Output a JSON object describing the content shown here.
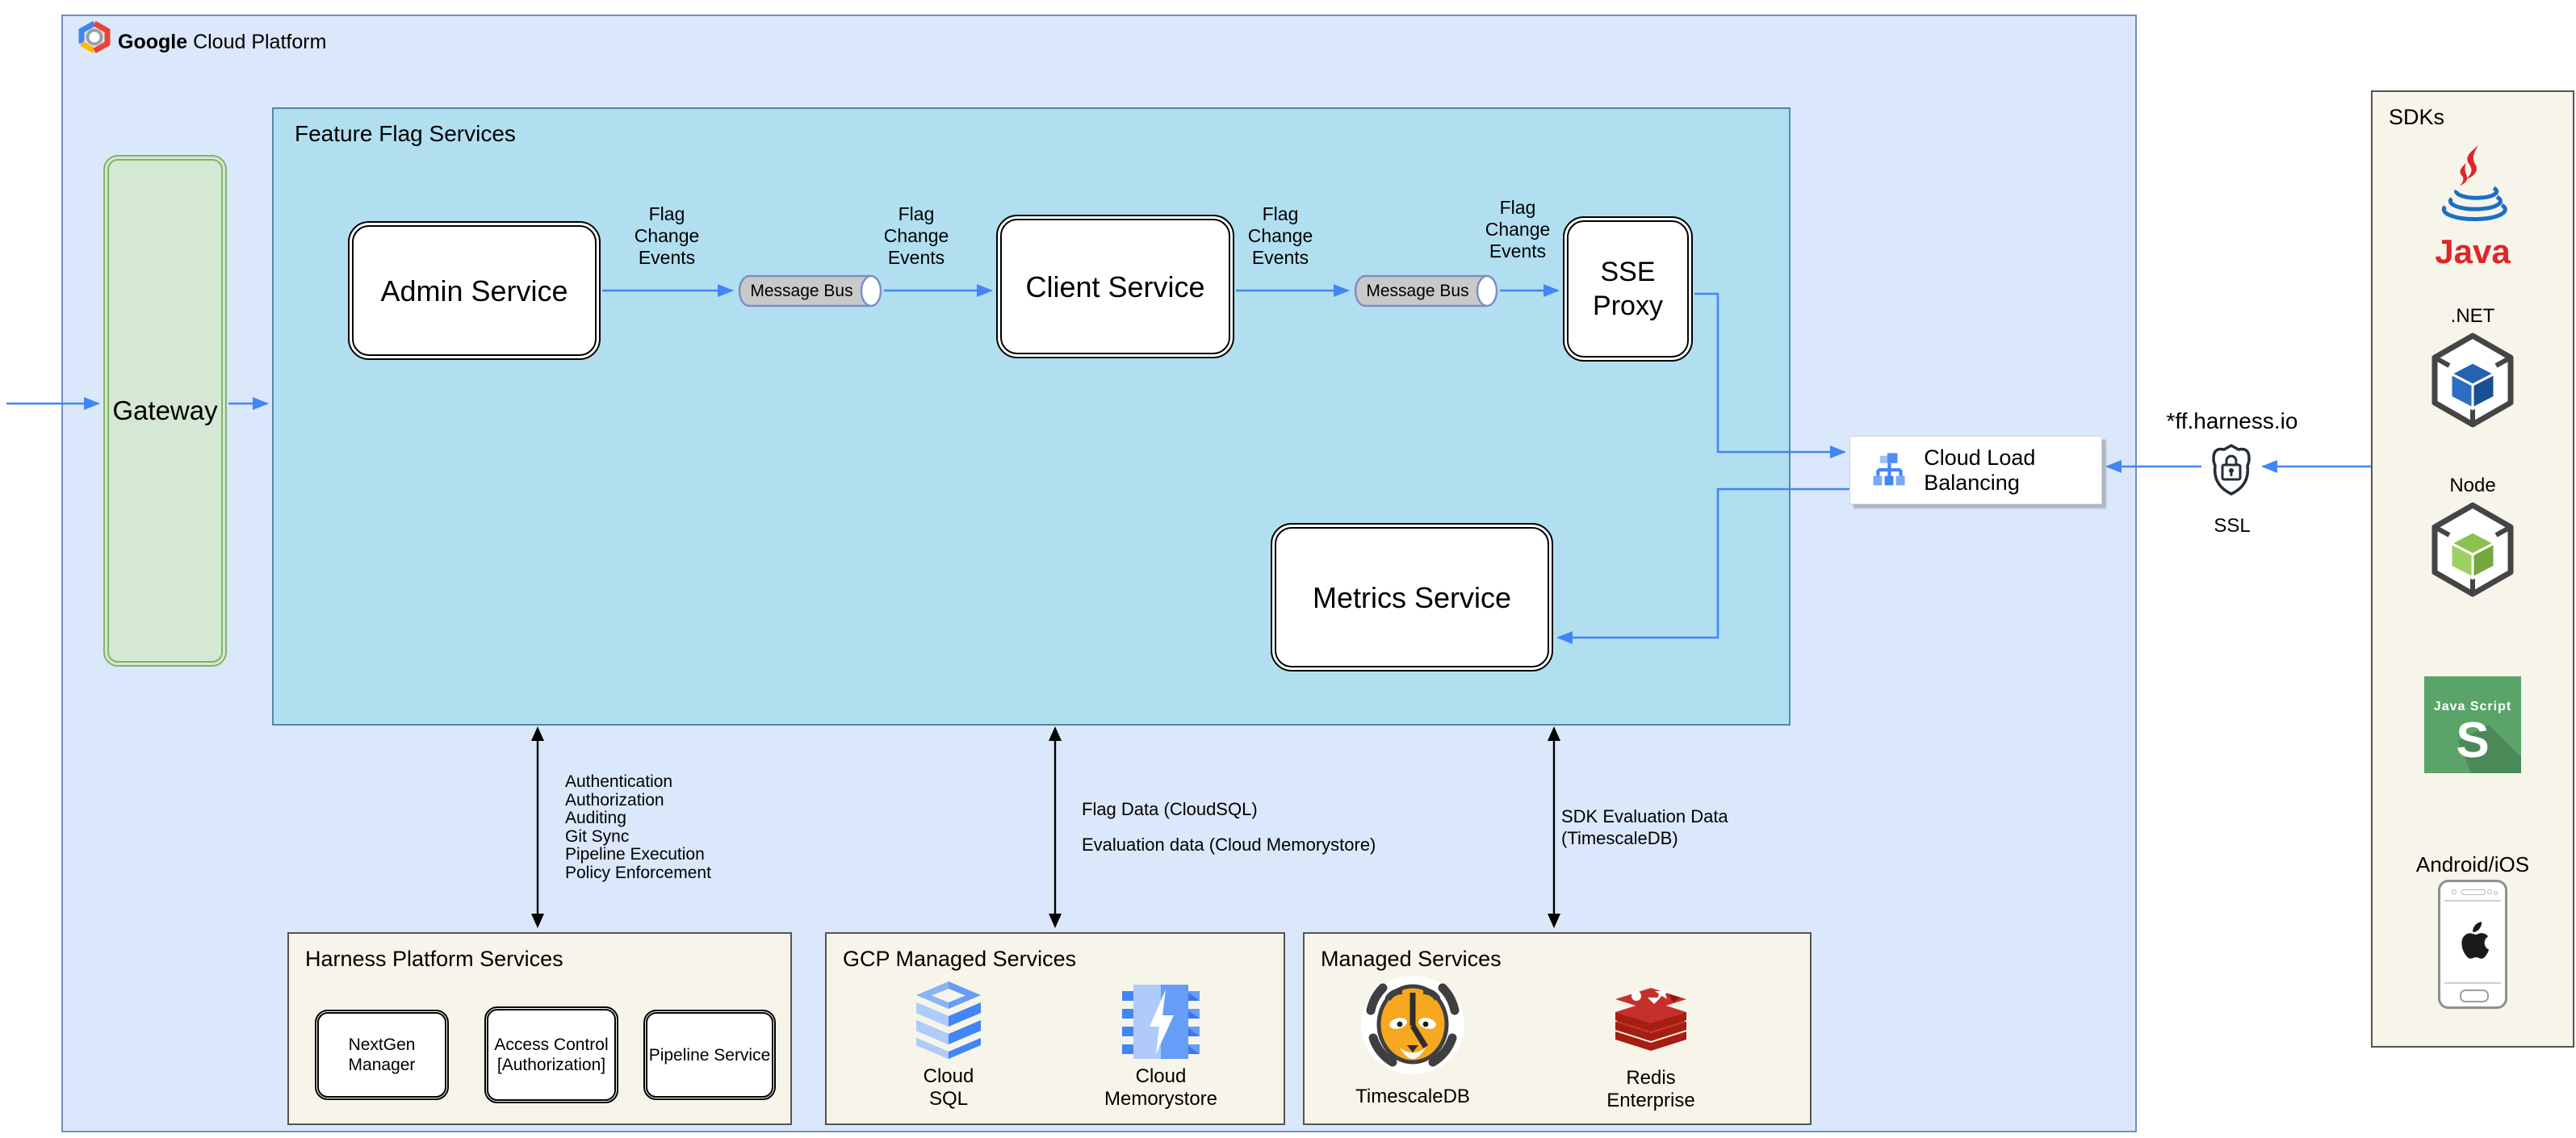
{
  "header": {
    "brand_bold": "Google",
    "brand_rest": "Cloud Platform"
  },
  "ffs": {
    "title": "Feature Flag Services"
  },
  "nodes": {
    "gateway": "Gateway",
    "admin": "Admin Service",
    "client": "Client Service",
    "sse": "SSE\nProxy",
    "metrics": "Metrics Service",
    "message_bus": "Message Bus"
  },
  "edge_labels": {
    "flag_change": "Flag\nChange\nEvents"
  },
  "clb": {
    "label": "Cloud Load Balancing"
  },
  "ingress": {
    "domain": "*ff.harness.io",
    "ssl": "SSL"
  },
  "sdks": {
    "title": "SDKs",
    "items": [
      {
        "name": "java",
        "label": "Java"
      },
      {
        "name": "dotnet",
        "label": ".NET"
      },
      {
        "name": "node",
        "label": "Node"
      },
      {
        "name": "javascript",
        "label": "Java Script"
      },
      {
        "name": "android-ios",
        "label": "Android/iOS"
      }
    ]
  },
  "platform": {
    "title": "Harness Platform Services",
    "services": [
      "NextGen Manager",
      "Access Control\n[Authorization]",
      "Pipeline Service"
    ]
  },
  "gcp_managed": {
    "title": "GCP Managed Services",
    "services": [
      "Cloud\nSQL",
      "Cloud\nMemorystore"
    ]
  },
  "managed": {
    "title": "Managed Services",
    "services": [
      "TimescaleDB",
      "Redis\nEnterprise"
    ]
  },
  "annotations": {
    "platform_capabilities": [
      "Authentication",
      "Authorization",
      "Auditing",
      "Git Sync",
      "Pipeline Execution",
      "Policy Enforcement"
    ],
    "flag_data": "Flag Data (CloudSQL)",
    "evaluation_data": "Evaluation data (Cloud Memorystore)",
    "sdk_evaluation_data": "SDK Evaluation Data\n(TimescaleDB)"
  },
  "colors": {
    "arrow_blue": "#4285f4",
    "outer_fill": "#dbe8fb",
    "outer_stroke": "#7090c0",
    "ffs_fill": "#b1dff0",
    "gateway_fill": "#d5e8d4",
    "gateway_stroke": "#82b366",
    "panel_fill": "#f7f4ea"
  }
}
